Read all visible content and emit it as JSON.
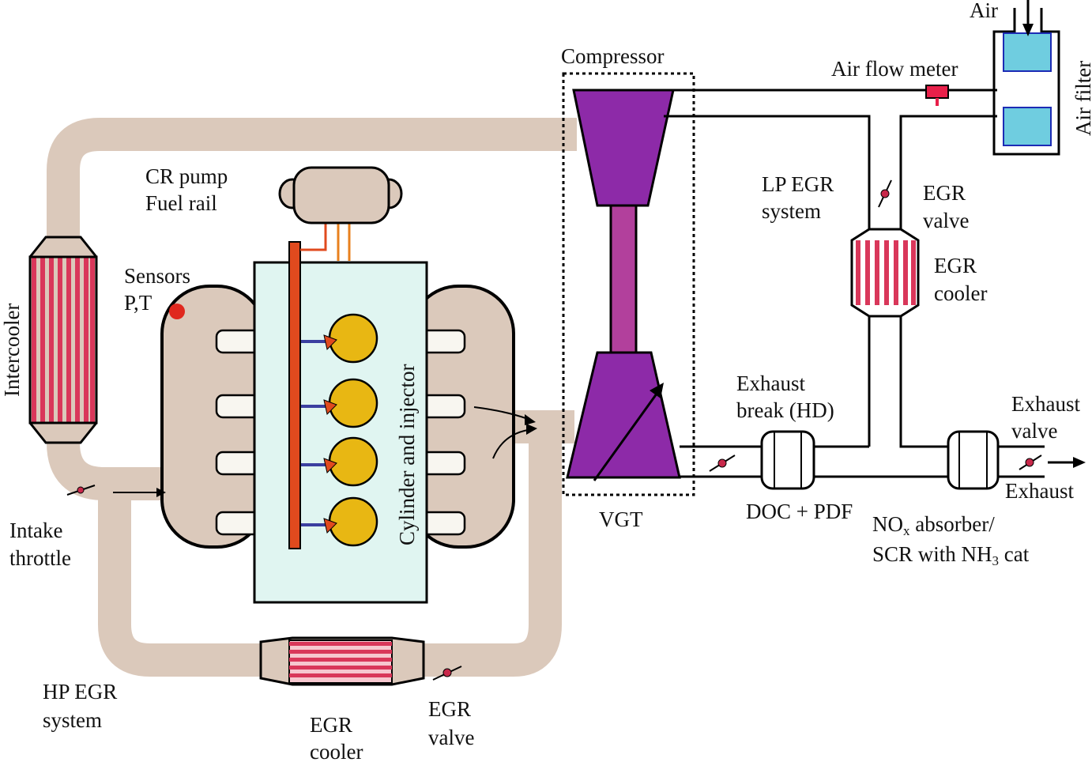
{
  "labels": {
    "air": "Air",
    "air_filter": "Air filter",
    "air_flow_meter": "Air flow meter",
    "compressor": "Compressor",
    "cr_pump": "CR pump",
    "fuel_rail": "Fuel rail",
    "sensors_1": "Sensors",
    "sensors_2": "P,T",
    "intercooler": "Intercooler",
    "cylinder_injector": "Cylinder and injector",
    "lp_egr_1": "LP EGR",
    "lp_egr_2": "system",
    "lp_egr_valve_1": "EGR",
    "lp_egr_valve_2": "valve",
    "lp_egr_cooler_1": "EGR",
    "lp_egr_cooler_2": "cooler",
    "exhaust_break_1": "Exhaust",
    "exhaust_break_2": "break (HD)",
    "exhaust_valve_1": "Exhaust",
    "exhaust_valve_2": "valve",
    "exhaust": "Exhaust",
    "vgt": "VGT",
    "doc_pdf": "DOC + PDF",
    "nox_1a": "NO",
    "nox_1sub": "x",
    "nox_1b": " absorber/",
    "nox_2a": "SCR with NH",
    "nox_2sub": "3",
    "nox_2b": " cat",
    "intake_throttle_1": "Intake",
    "intake_throttle_2": "throttle",
    "hp_egr_1": "HP EGR",
    "hp_egr_2": "system",
    "hp_egr_cooler_1": "EGR",
    "hp_egr_cooler_2": "cooler",
    "hp_egr_valve_1": "EGR",
    "hp_egr_valve_2": "valve"
  },
  "colors": {
    "pipe": "#dbc9bb",
    "outline": "#000000",
    "cooler_stripe": "#d9375a",
    "cooler_bg": "#f6c7cf",
    "turbo": "#8d2aa8",
    "shaft": "#b2409c",
    "engine_block": "#e0f5f1",
    "fuel_rail": "#e04a1e",
    "piston": "#e8b713",
    "filter_element": "#6fcde0",
    "sensor": "#e0281e",
    "valve_dot": "#c8284a",
    "flow_meter": "#e8204a",
    "injector_line": "#3b3fa0",
    "supply_line": "#e8801e"
  }
}
